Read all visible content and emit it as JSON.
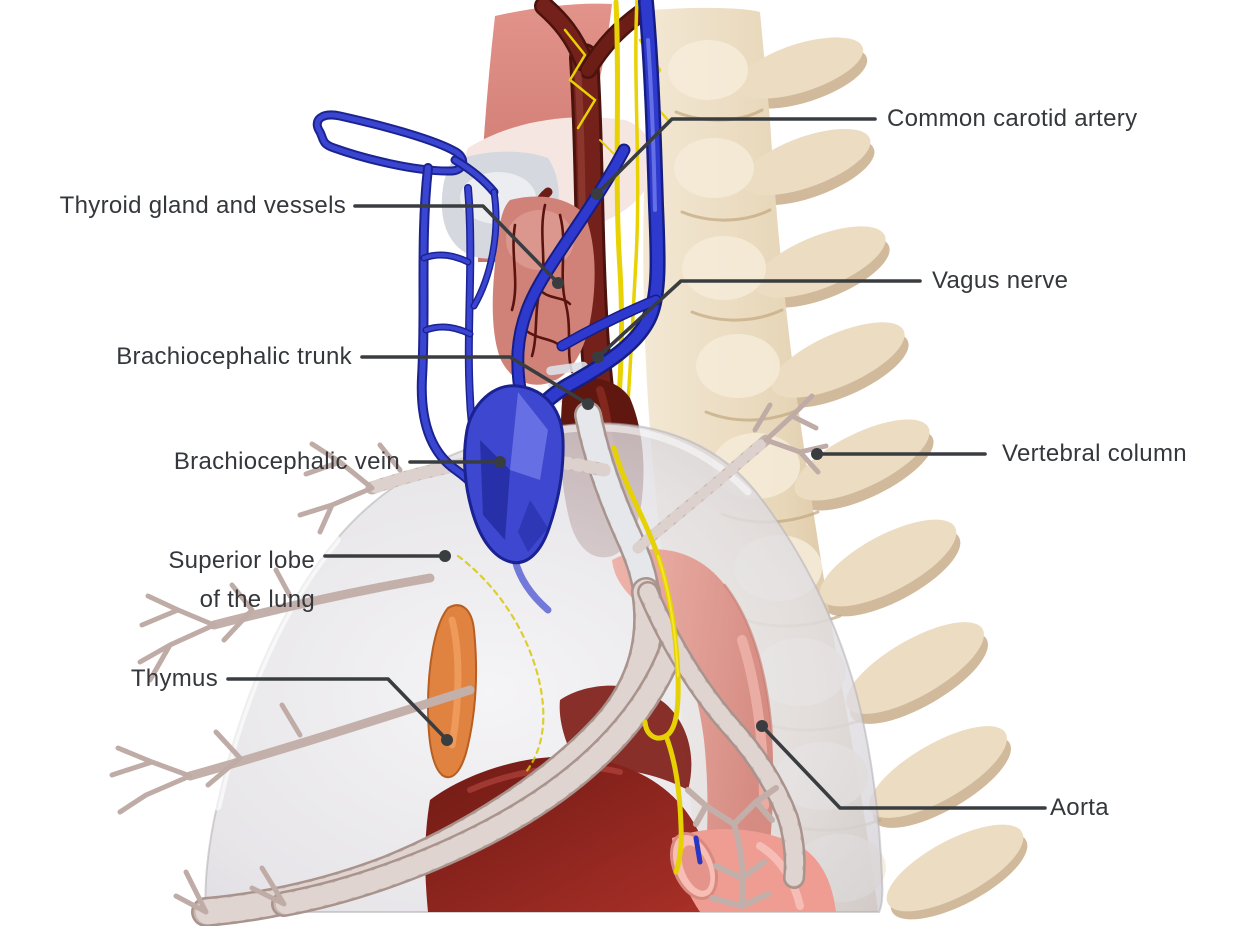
{
  "figure": {
    "kind": "anatomical-diagram",
    "background_color": "#ffffff",
    "label_text_color": "#34373b",
    "leader_line_color": "#3a3d40"
  },
  "labels": [
    {
      "id": "common-carotid-artery",
      "text": "Common carotid artery"
    },
    {
      "id": "thyroid-gland-and-vessels",
      "text": "Thyroid gland and vessels"
    },
    {
      "id": "vagus-nerve",
      "text": "Vagus nerve"
    },
    {
      "id": "brachiocephalic-trunk",
      "text": "Brachiocephalic trunk"
    },
    {
      "id": "brachiocephalic-vein",
      "text": "Brachiocephalic vein"
    },
    {
      "id": "vertebral-column",
      "text": "Vertebral column"
    },
    {
      "id": "superior-lobe-of-the-lung",
      "text_line1": "Superior lobe",
      "text_line2": "of the lung"
    },
    {
      "id": "thymus",
      "text": "Thymus"
    },
    {
      "id": "aorta",
      "text": "Aorta"
    }
  ],
  "colors": {
    "vertebra_cream": "#eee0c9",
    "vertebra_shadow": "#c9ae8a",
    "artery_dark_red": "#73211a",
    "vein_blue": "#2e39cd",
    "vein_blue_dark": "#161d85",
    "nerve_yellow": "#e8d203",
    "thyroid_pink": "#d08278",
    "muscle_pink": "#d9857b",
    "larynx_gray": "#d5d9df",
    "lung_gray": "#e3e2e4",
    "bronchus_gray": "#cab7b1",
    "aorta_pink": "#e0988e",
    "heart_red": "#8e2420",
    "thymus_orange": "#e08340"
  }
}
